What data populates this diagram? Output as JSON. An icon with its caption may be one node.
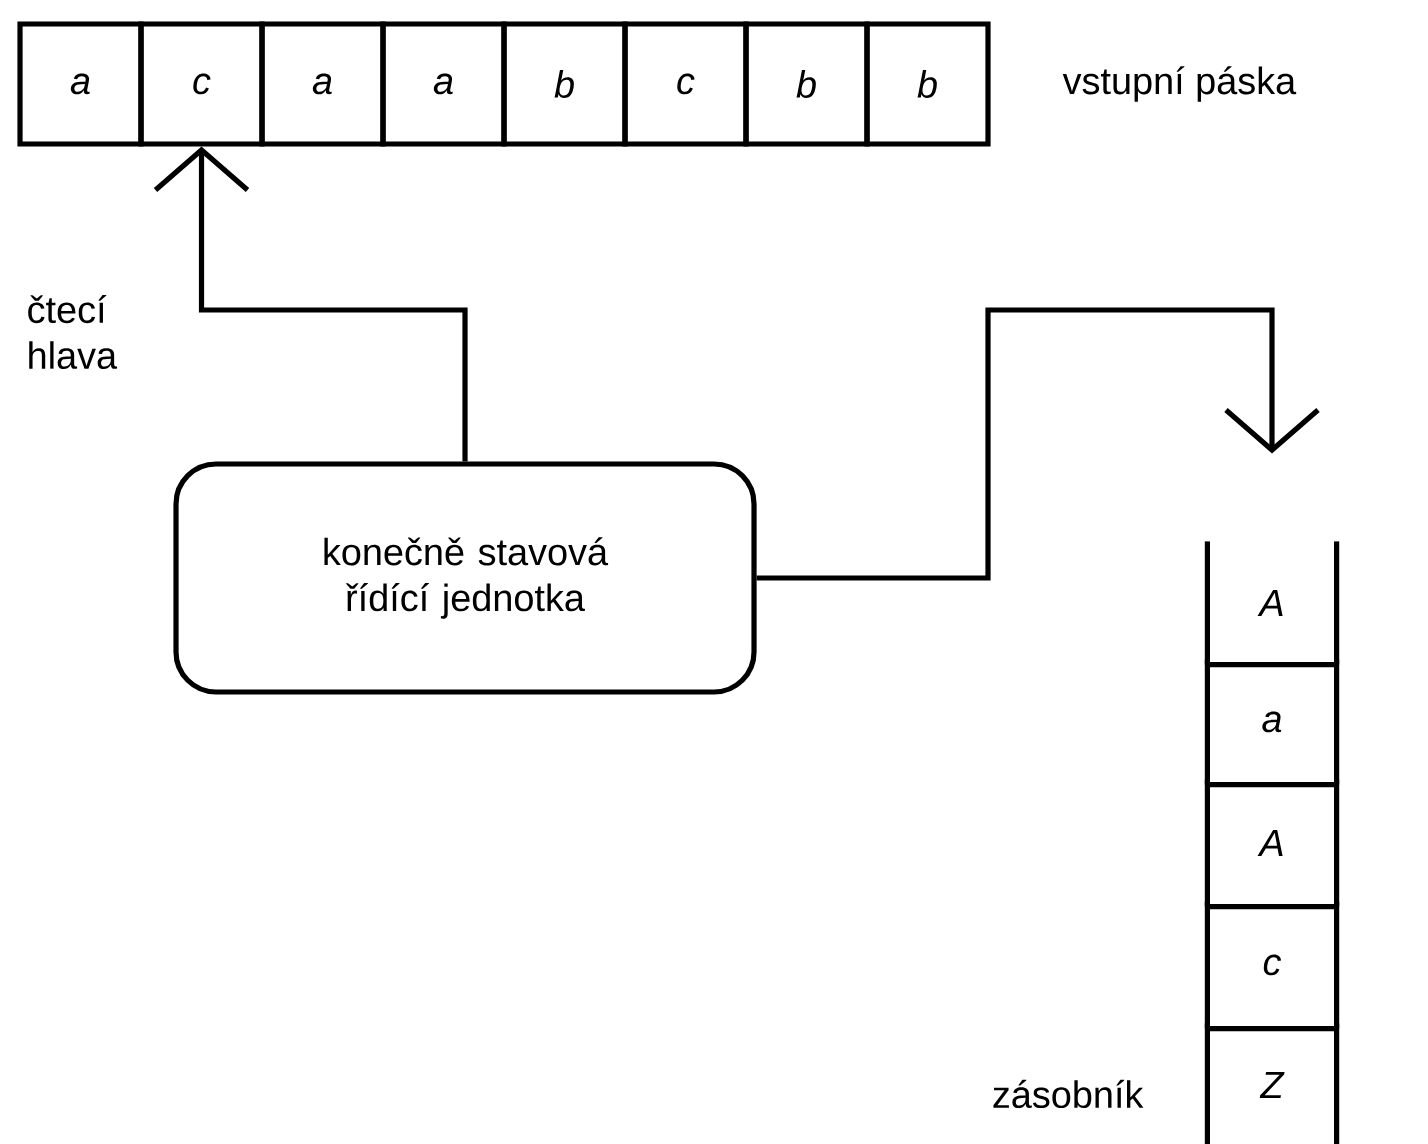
{
  "diagram": {
    "nodes": [
      {
        "text": [
          "a"
        ]
      },
      {
        "text": [
          "c"
        ]
      },
      {
        "text": [
          "a"
        ]
      },
      {
        "text": [
          "a"
        ]
      },
      {
        "text": [
          "b"
        ]
      },
      {
        "text": [
          "c"
        ]
      },
      {
        "text": [
          "b"
        ]
      },
      {
        "text": [
          "b"
        ]
      },
      {
        "text": [
          "konečně stavová řídící jednotka"
        ]
      },
      {
        "text": [
          "A"
        ]
      },
      {
        "text": [
          "a"
        ]
      },
      {
        "text": [
          "A"
        ]
      },
      {
        "text": [
          "c"
        ]
      },
      {
        "text": [
          "Z"
        ]
      }
    ],
    "edges": [
      {
        "from": 8,
        "to": 1,
        "arrow": "to"
      },
      {
        "from": 8,
        "to": 9,
        "arrow": "to"
      }
    ],
    "labels": [
      "vstupní páska",
      "čtecí hlava",
      "zásobník"
    ]
  }
}
